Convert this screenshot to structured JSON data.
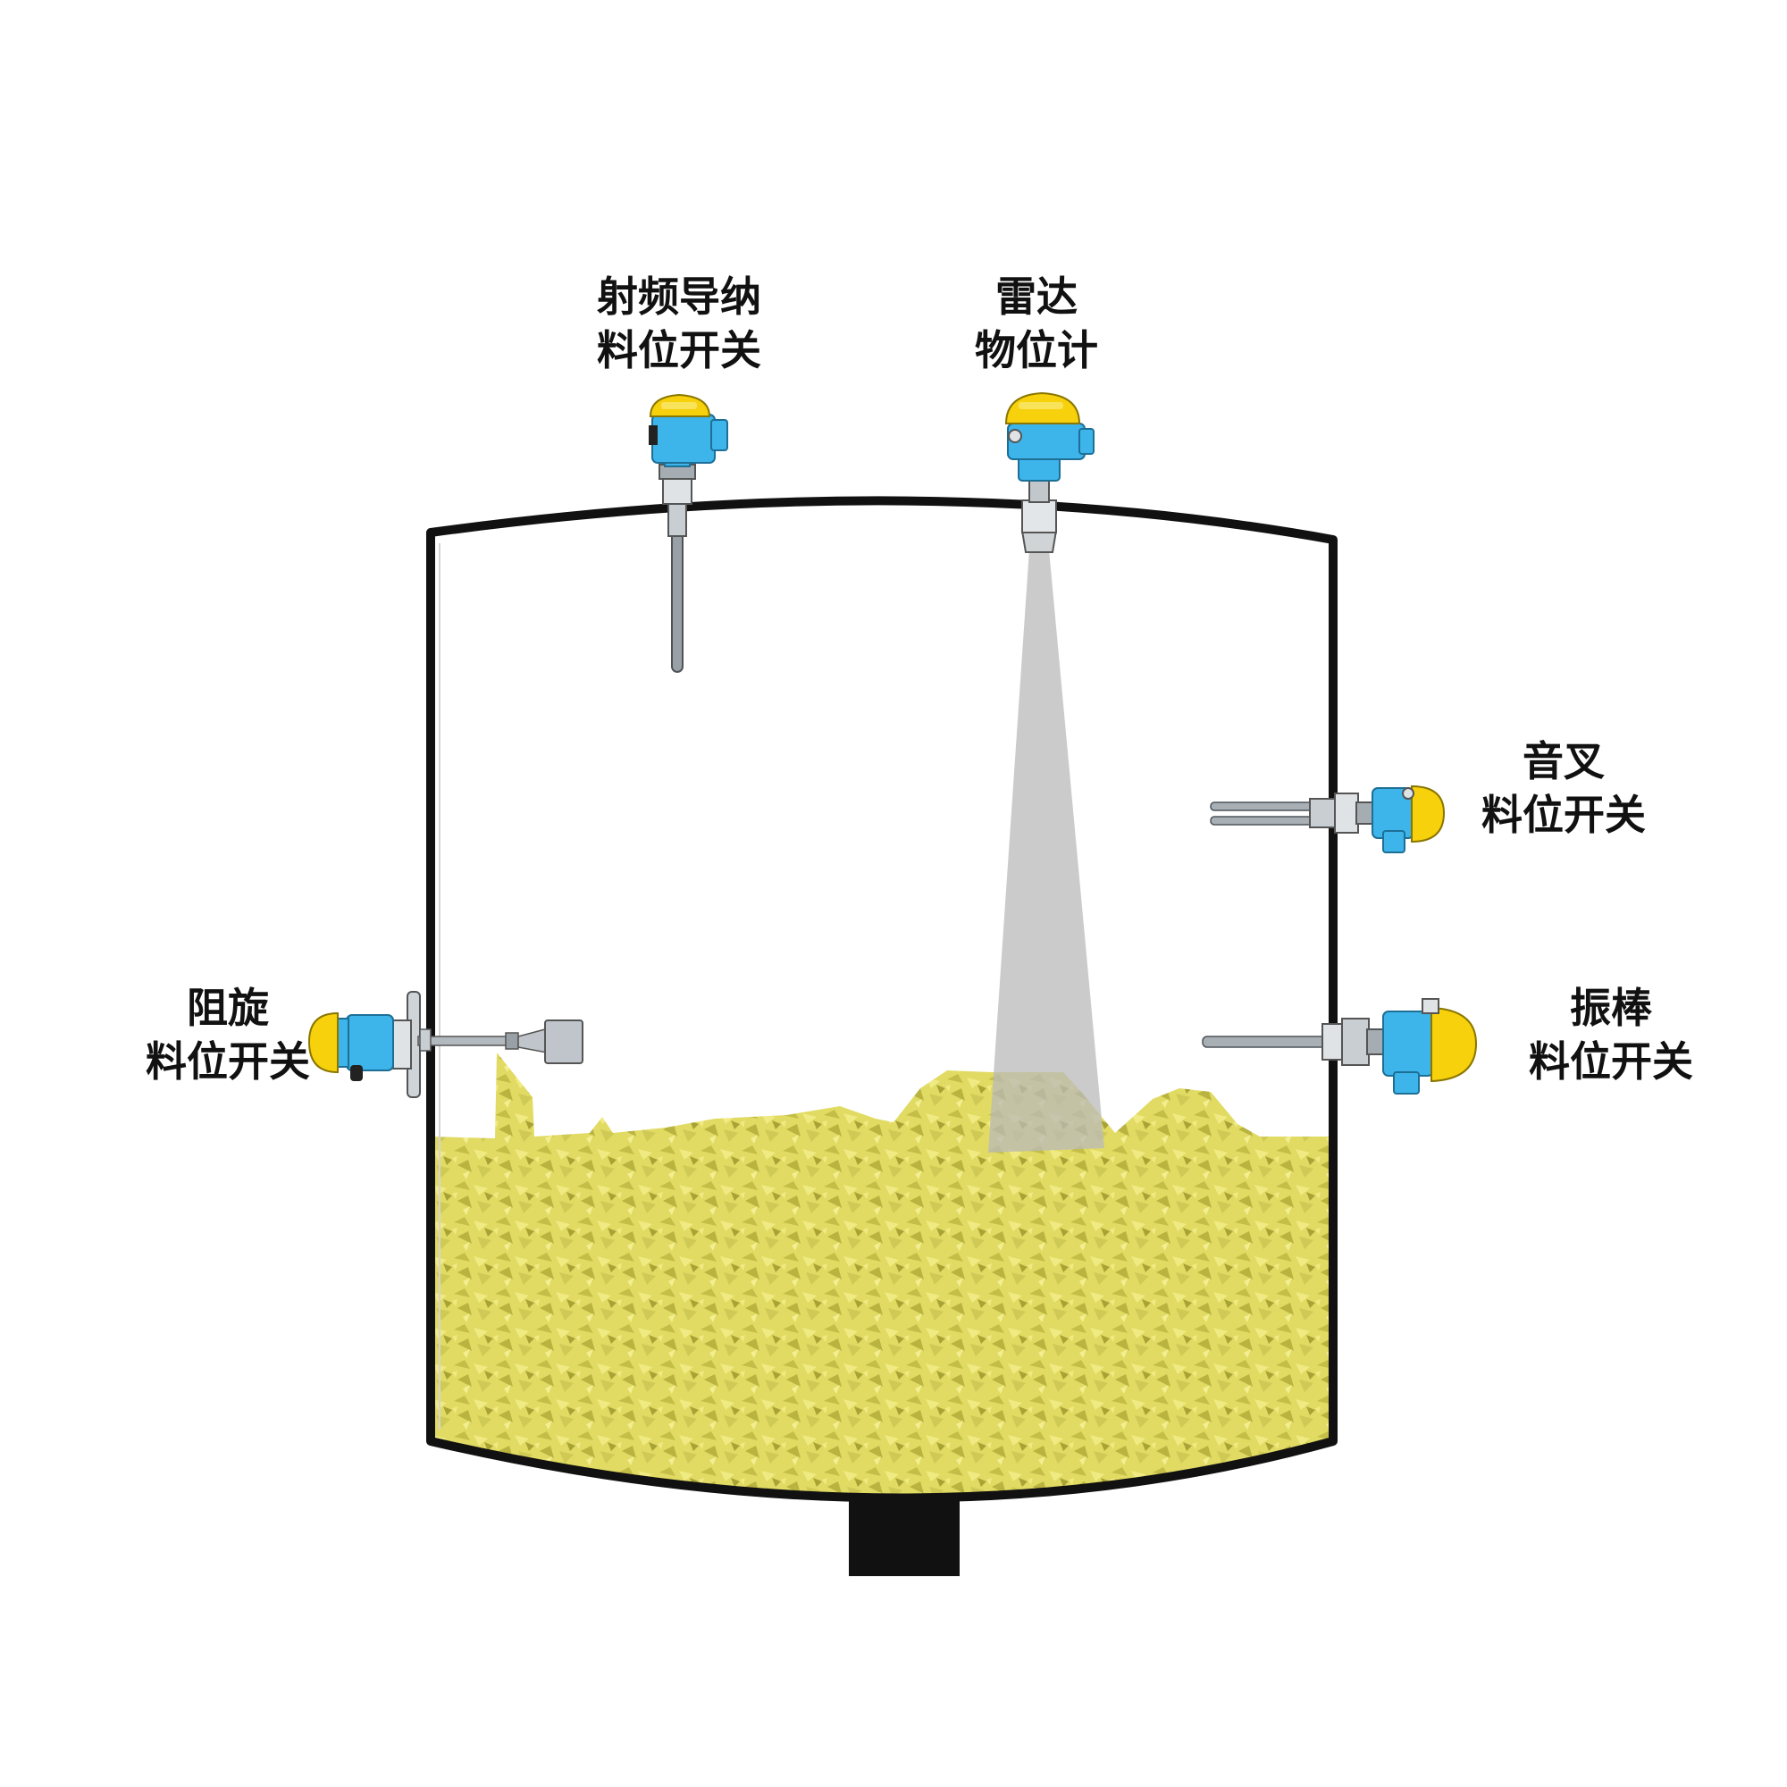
{
  "colors": {
    "material": "#e1db63",
    "material_dark": "#b7b13e",
    "housing_blue": "#3db4ea",
    "cap_yellow": "#f6d10c",
    "vessel_outline": "#111111",
    "radar_beam": "#c8c8c8",
    "label_text": "#111111"
  },
  "labels": {
    "rf_admittance": {
      "line1": "射频导纳",
      "line2": "料位开关"
    },
    "radar": {
      "line1": "雷达",
      "line2": "物位计"
    },
    "tuning_fork": {
      "line1": "音叉",
      "line2": "料位开关"
    },
    "rotary_paddle": {
      "line1": "阻旋",
      "line2": "料位开关"
    },
    "vibrating_rod": {
      "line1": "振棒",
      "line2": "料位开关"
    }
  },
  "icons": [
    "rf-admittance-probe-icon",
    "radar-level-meter-icon",
    "tuning-fork-switch-icon",
    "rotary-paddle-switch-icon",
    "vibrating-rod-switch-icon"
  ]
}
